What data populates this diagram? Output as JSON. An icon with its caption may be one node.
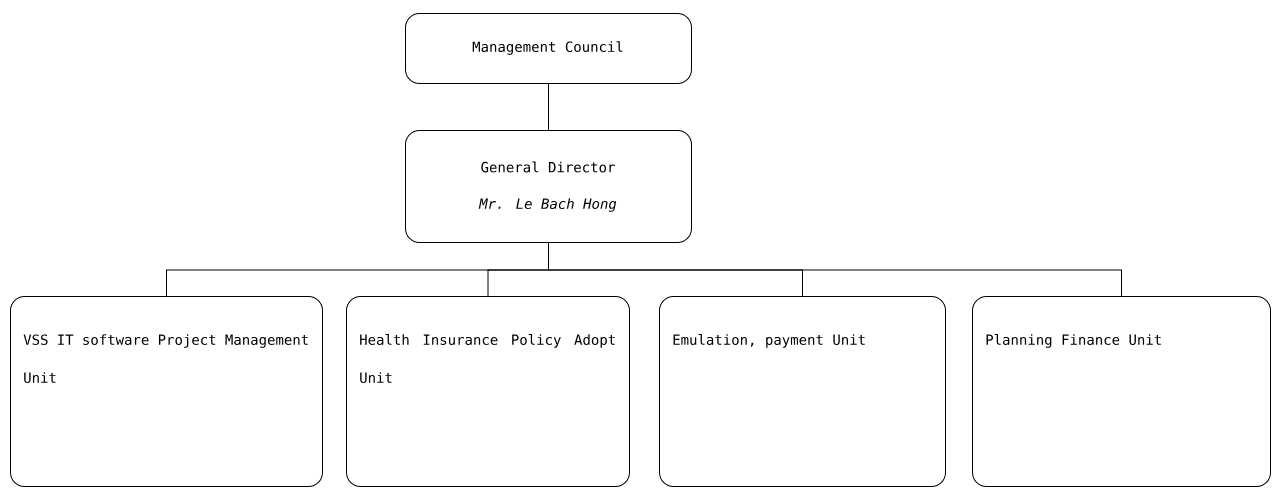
{
  "diagram": {
    "nodes": [
      {
        "text": [
          "Management Council"
        ]
      },
      {
        "text": [
          "General Director",
          "Mr. Le Bach Hong"
        ]
      },
      {
        "text": [
          "VSS IT software Project Management Unit"
        ]
      },
      {
        "text": [
          "Health Insurance Policy Adopt Unit"
        ]
      },
      {
        "text": [
          "Emulation, payment Unit"
        ]
      },
      {
        "text": [
          "Planning Finance Unit"
        ]
      }
    ],
    "edges": [
      {
        "from": 0,
        "to": 1,
        "arrow": "none"
      },
      {
        "from": 1,
        "to": 2,
        "arrow": "none"
      },
      {
        "from": 1,
        "to": 3,
        "arrow": "none"
      },
      {
        "from": 1,
        "to": 4,
        "arrow": "none"
      },
      {
        "from": 1,
        "to": 5,
        "arrow": "none"
      }
    ]
  }
}
